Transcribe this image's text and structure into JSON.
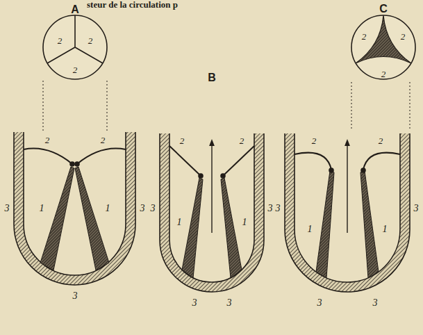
{
  "diagram": {
    "labels": [
      "steur de la circulation p",
      "A",
      "2",
      "2",
      "2",
      "2",
      "2",
      "3",
      "3",
      "1",
      "1",
      "3",
      "B",
      "2",
      "2",
      "3",
      "3",
      "1",
      "1",
      "3",
      "3",
      "C",
      "2",
      "2",
      "2",
      "2",
      "2",
      "3",
      "3",
      "1",
      "1",
      "3",
      "3"
    ]
  }
}
